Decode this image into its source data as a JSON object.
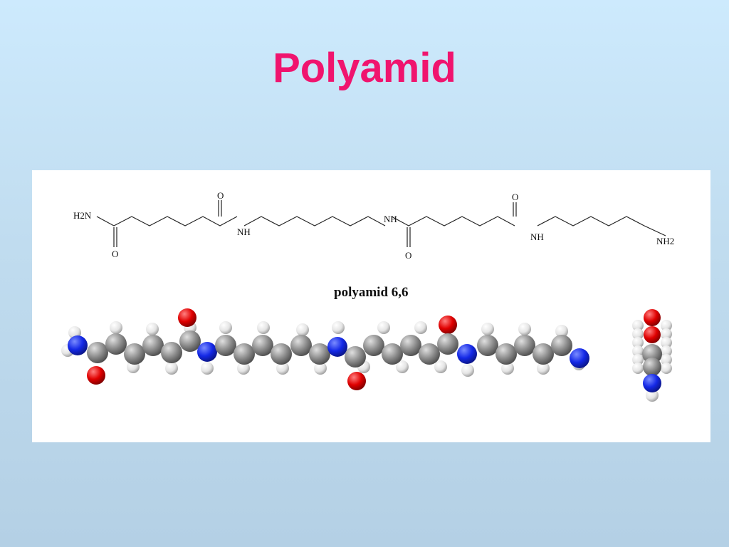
{
  "slide": {
    "title": "Polyamid",
    "title_color": "#f0146e"
  },
  "figure": {
    "caption": "polyamid 6,6",
    "structural_formula": {
      "end_group_left": "H2N",
      "amide_oxygen": "O",
      "amide_nh": "NH",
      "end_group_right": "NH2"
    },
    "atom_colors": {
      "carbon": "#8c8c8c",
      "hydrogen": "#e8e8e8",
      "nitrogen": "#1428e6",
      "oxygen": "#e00000"
    }
  }
}
